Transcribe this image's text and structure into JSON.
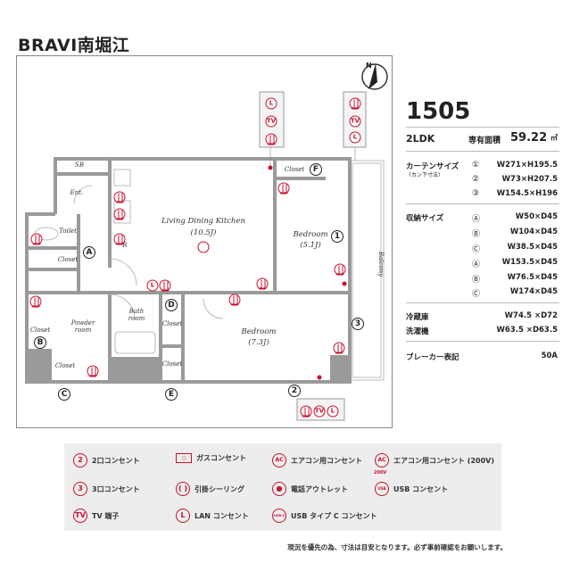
{
  "title": "BRAVI南堀江",
  "plan": {
    "rooms": {
      "ldk": "Living Dining Kitchen",
      "ldk_size": "(10.5J)",
      "bed1": "Bedroom",
      "bed1_size": "(5.1J)",
      "bed2": "Bedroom",
      "bed2_size": "(7.3J)",
      "toilet": "Toilet",
      "ent": "Ent.",
      "sb": "SB",
      "powder": "Powder",
      "powder2": "room",
      "bath": "Bath",
      "bath2": "room",
      "closet": "Closet",
      "balcony": "Balcony",
      "fridge": "R"
    },
    "markers": {
      "A": "A",
      "B": "B",
      "C": "C",
      "D": "D",
      "E": "E",
      "F": "F",
      "w1": "1",
      "w2": "2",
      "w3": "3"
    },
    "outlet_labels": {
      "tv": "TV",
      "lan": "L"
    }
  },
  "info": {
    "unit": "1505",
    "layout": "2LDK",
    "area_label": "専有面積",
    "area_value": "59.22",
    "area_unit": "㎡",
    "curtain_label": "カーテンサイズ",
    "curtain_sub": "（カン下寸法）",
    "curtains": [
      {
        "mark": "①",
        "size": "W271×H195.5"
      },
      {
        "mark": "②",
        "size": "W73×H207.5"
      },
      {
        "mark": "③",
        "size": "W154.5×H196"
      }
    ],
    "storage_label": "収納サイズ",
    "storage": [
      {
        "mark": "Ⓐ",
        "size": "W50×D45"
      },
      {
        "mark": "Ⓑ",
        "size": "W104×D45"
      },
      {
        "mark": "Ⓒ",
        "size": "W38.5×D45"
      },
      {
        "mark": "Ⓐ",
        "size": "W153.5×D45"
      },
      {
        "mark": "Ⓑ",
        "size": "W76.5×D45"
      },
      {
        "mark": "Ⓒ",
        "size": "W174×D45"
      }
    ],
    "fridge_label": "冷蔵庫",
    "fridge_size": "W74.5 ×D72",
    "washer_label": "洗濯機",
    "washer_size": "W63.5 ×D63.5",
    "breaker_label": "ブレーカー表記",
    "breaker_value": "50A"
  },
  "legend": [
    {
      "icon": "outlet-2",
      "mark": "2",
      "label": "2口コンセント"
    },
    {
      "icon": "gas-outlet",
      "mark": "",
      "label": "ガスコンセント"
    },
    {
      "icon": "ac-outlet",
      "mark": "AC",
      "label": "エアコン用コンセント"
    },
    {
      "icon": "ac-200v-outlet",
      "mark": "AC",
      "label": "エアコン用コンセント (200V)"
    },
    {
      "icon": "outlet-3",
      "mark": "3",
      "label": "3口コンセント"
    },
    {
      "icon": "ceiling-hook",
      "mark": "( )",
      "label": "引掛シーリング"
    },
    {
      "icon": "phone-outlet",
      "mark": "●",
      "label": "電話アウトレット"
    },
    {
      "icon": "usb-outlet",
      "mark": "USB",
      "label": "USB コンセント"
    },
    {
      "icon": "tv-terminal",
      "mark": "TV",
      "label": "TV 端子"
    },
    {
      "icon": "lan-outlet",
      "mark": "L",
      "label": "LAN コンセント"
    },
    {
      "icon": "usb-c-outlet",
      "mark": "USB-C",
      "label": "USB タイプ C コンセント"
    }
  ],
  "legend_sub": "200V",
  "note": "現況を優先の為、寸法は目安となります。必ず事前確認をお願いします。",
  "colors": {
    "accent": "#c8102e",
    "wall": "#9a9a9a",
    "legend_bg": "#ededed"
  }
}
